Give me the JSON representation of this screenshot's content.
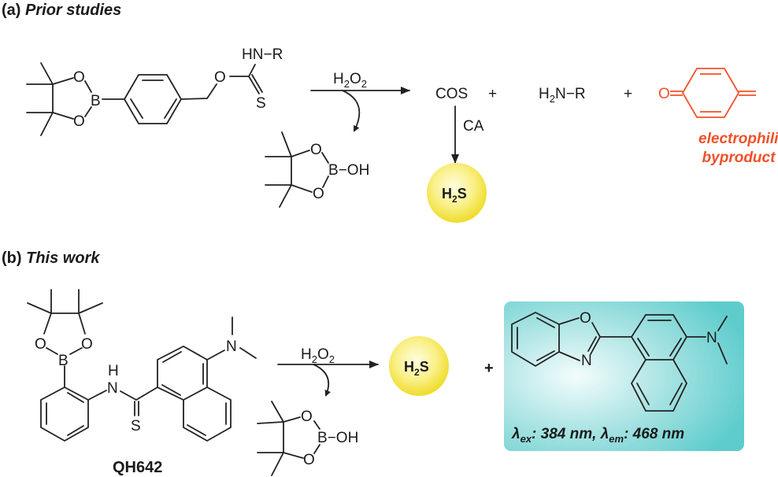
{
  "panel_a": {
    "label": "(a)",
    "title": "Prior studies",
    "reactant": {
      "o1": "O",
      "o2": "O",
      "b": "B",
      "o3": "O",
      "s": "S",
      "hn": "HN",
      "r": "R",
      "dash": "−"
    },
    "reagent": {
      "h": "H",
      "sub1": "2",
      "o": "O",
      "sub2": "2"
    },
    "byproduct_boron": {
      "o1": "O",
      "o2": "O",
      "b": "B",
      "oh": "OH",
      "dash": "−"
    },
    "cos": "COS",
    "catalyst": "CA",
    "h2s": {
      "h": "H",
      "sub": "2",
      "s": "S"
    },
    "plus1": "+",
    "amine": {
      "h": "H",
      "sub": "2",
      "n": "N",
      "dash": "−",
      "r": "R"
    },
    "plus2": "+",
    "quinone_methide": {
      "o": "O"
    },
    "byproduct_label": [
      "electrophilic",
      "byproduct"
    ],
    "accent_color": "#f0502a"
  },
  "panel_b": {
    "label": "(b)",
    "title": "This work",
    "probe": {
      "o1": "O",
      "o2": "O",
      "b": "B",
      "h": "H",
      "n": "N",
      "s": "S",
      "nme2": "N",
      "name": "QH642"
    },
    "reagent": {
      "h": "H",
      "sub1": "2",
      "o": "O",
      "sub2": "2"
    },
    "byproduct_boron": {
      "o1": "O",
      "o2": "O",
      "b": "B",
      "oh": "OH",
      "dash": "−"
    },
    "h2s": {
      "h": "H",
      "sub": "2",
      "s": "S"
    },
    "plus": "+",
    "fluorophore": {
      "o": "O",
      "n": "N",
      "nme2": "N",
      "lambda_ex": {
        "sym": "λ",
        "sub": "ex",
        "value": ": 384 nm, "
      },
      "lambda_em": {
        "sym": "λ",
        "sub": "em",
        "value": ": 468 nm"
      }
    },
    "box_color": "#5ecccc"
  }
}
